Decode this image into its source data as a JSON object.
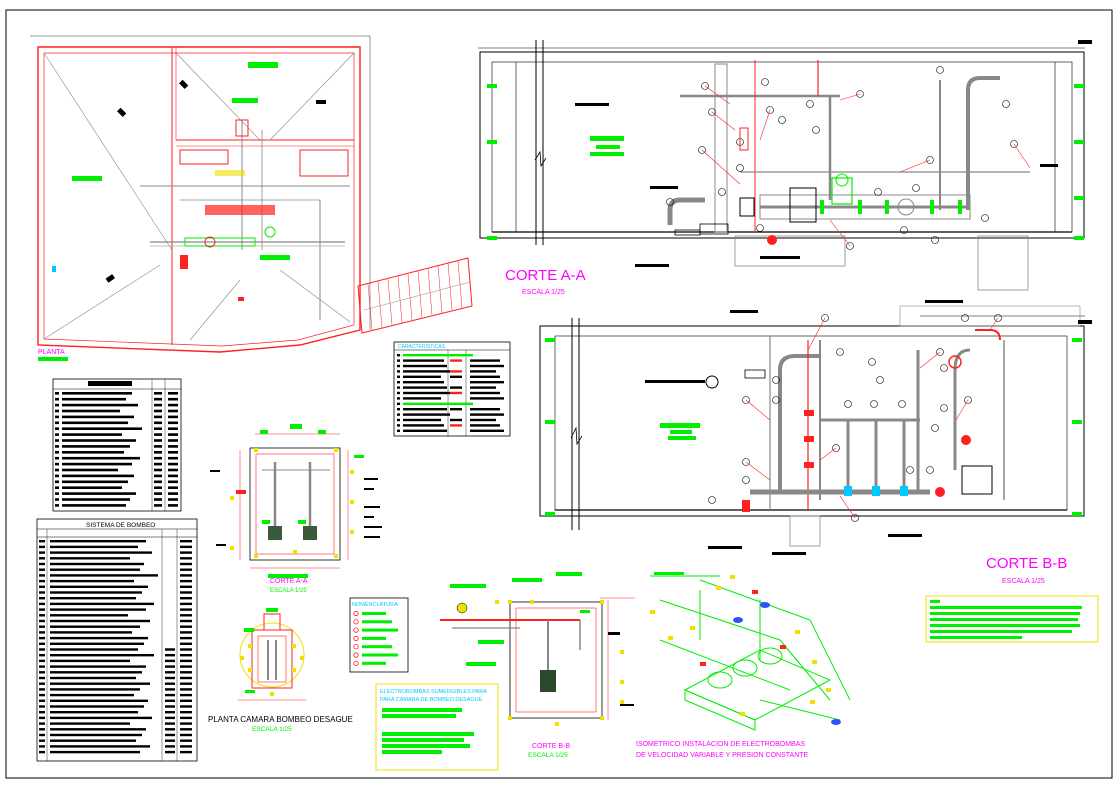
{
  "colors": {
    "red": "#ff2020",
    "green": "#00ee00",
    "magenta": "#ff00ff",
    "cyan": "#00c8ff",
    "yellow": "#f0e000",
    "black": "#000000",
    "gray": "#aaaaaa"
  },
  "labels": {
    "planta": "PLANTA",
    "corte_aa_main": "CORTE A-A",
    "corte_aa_main_scale": "ESCALA 1/25",
    "corte_bb_main": "CORTE B-B",
    "corte_bb_main_scale": "ESCALA 1/25",
    "corte_aa_small": "CORTE A-A",
    "corte_aa_small_scale": "ESCALA 1/25",
    "planta_camara": "PLANTA CAMARA BOMBEO DESAGUE",
    "planta_camara_scale": "ESCALA 1/25",
    "corte_bb_small": "CORTE B-B",
    "corte_bb_small_scale": "ESCALA 1/25",
    "isometrico_line1": "ISOMETRICO INSTALACION DE ELECTROBOMBAS",
    "isometrico_line2": "DE VELOCIDAD VARIABLE Y PRESION CONSTANTE",
    "caracteristicas": "CARACTERISTICAS",
    "nomenclatura": "NOMENCLATURA",
    "sistema_bombeo": "SISTEMA DE BOMBEO",
    "electrobombas_line1": "ELECTROBOMBAS SUMERGIBLES PARA",
    "electrobombas_line2": "PARA CAMARA DE BOMBEO DESAGUE"
  }
}
